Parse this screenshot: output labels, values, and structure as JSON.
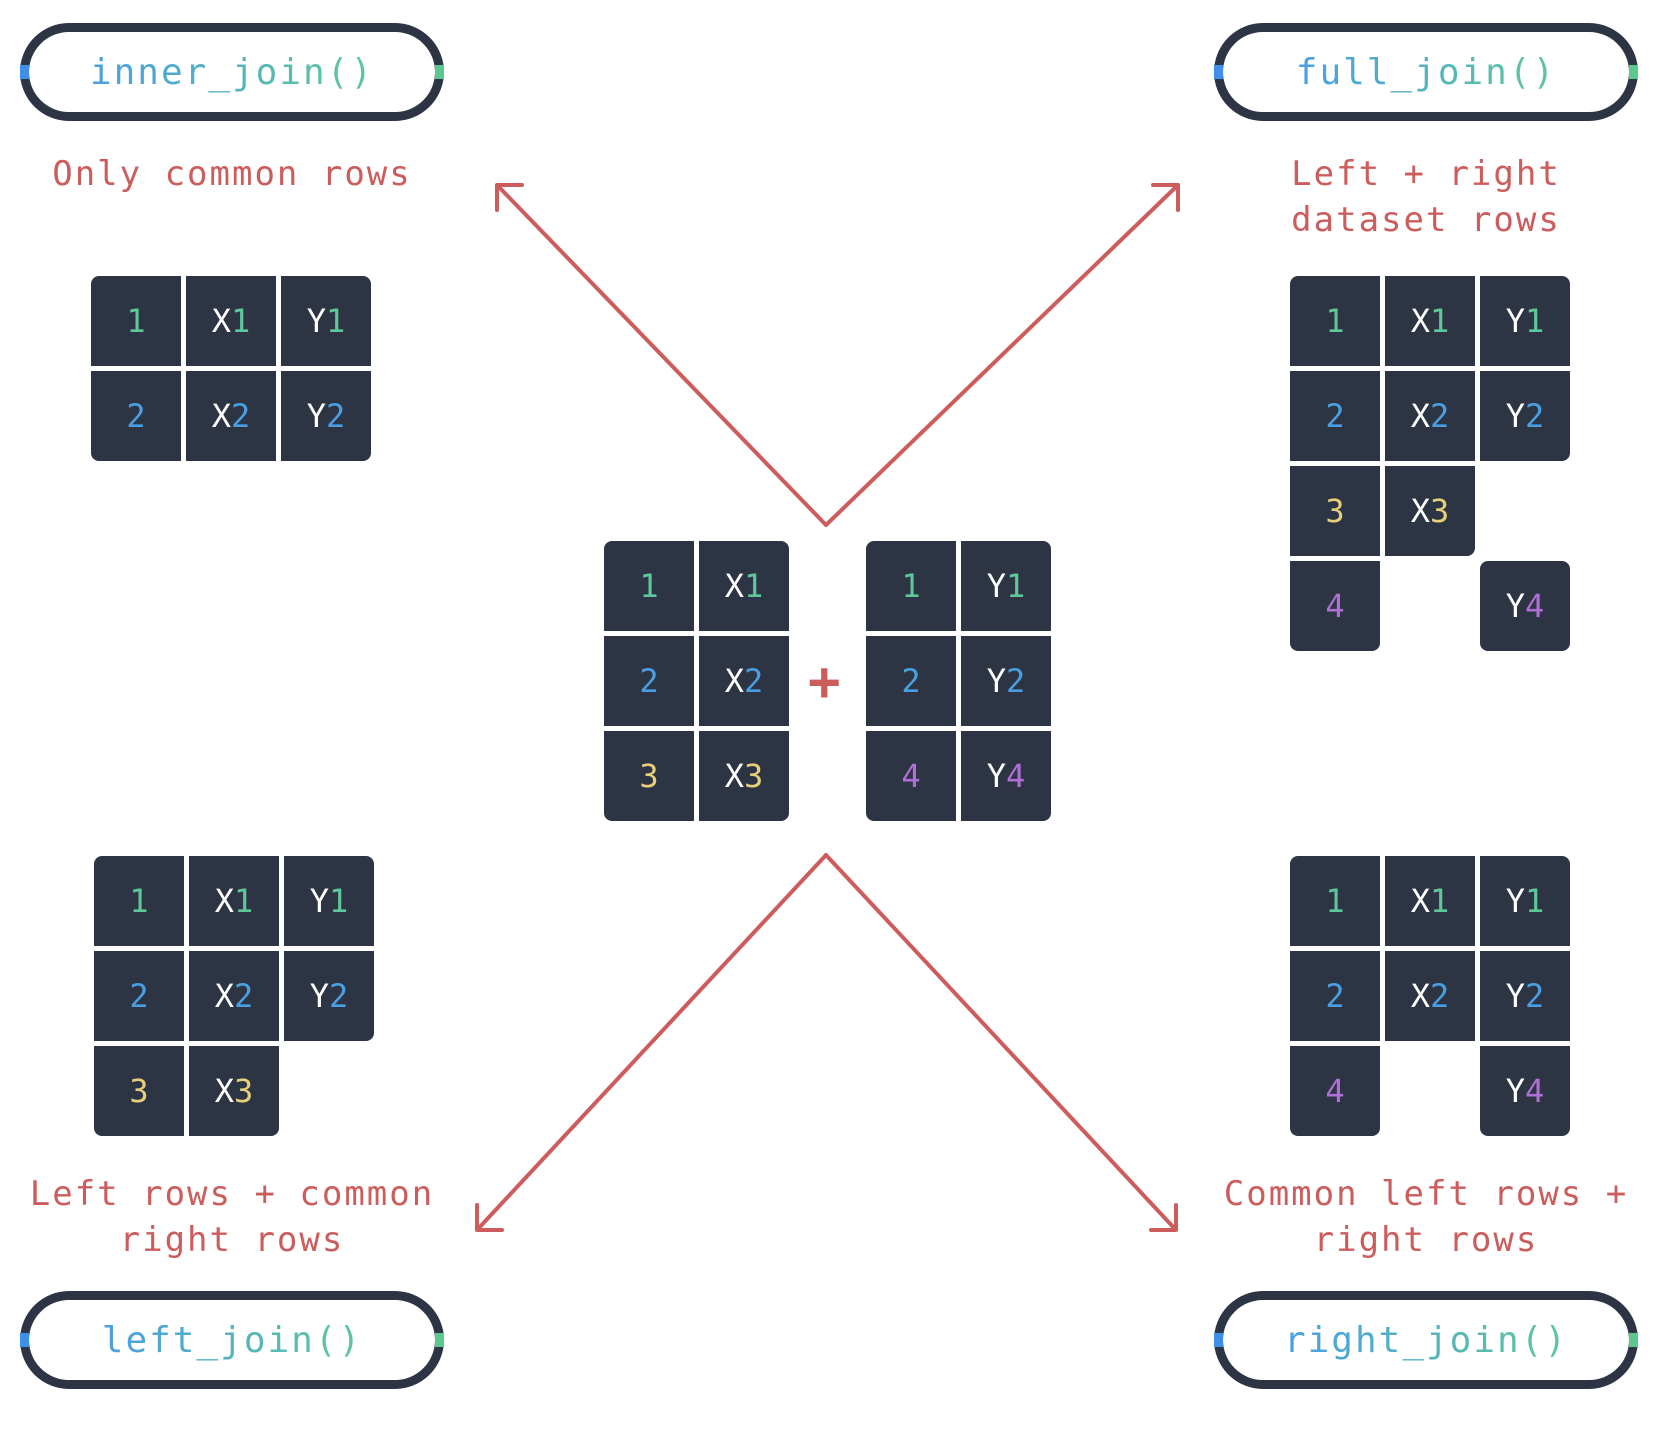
{
  "colors": {
    "cell_bg": "#2d3443",
    "arrow": "#cd5c5c",
    "caption": "#cd5c5c",
    "key": {
      "1": "#5ec89a",
      "2": "#4a9fe2",
      "3": "#e8d07a",
      "4": "#b06fd6"
    }
  },
  "joins": {
    "inner": {
      "label": "inner_join()",
      "caption": "Only common rows"
    },
    "full": {
      "label": "full_join()",
      "caption": "Left + right\ndataset rows"
    },
    "left": {
      "label": "left_join()",
      "caption": "Left rows + common\nright rows"
    },
    "right": {
      "label": "right_join()",
      "caption": "Common left rows +\nright rows"
    }
  },
  "plus_sign": "+",
  "tables": {
    "source_left": [
      [
        "1",
        "X",
        "1"
      ],
      [
        "2",
        "X",
        "2"
      ],
      [
        "3",
        "X",
        "3"
      ]
    ],
    "source_right": [
      [
        "1",
        "Y",
        "1"
      ],
      [
        "2",
        "Y",
        "2"
      ],
      [
        "4",
        "Y",
        "4"
      ]
    ],
    "inner": [
      [
        {
          "k": "1"
        },
        {
          "p": "X",
          "k": "1"
        },
        {
          "p": "Y",
          "k": "1"
        }
      ],
      [
        {
          "k": "2"
        },
        {
          "p": "X",
          "k": "2"
        },
        {
          "p": "Y",
          "k": "2"
        }
      ]
    ],
    "full": [
      [
        {
          "k": "1"
        },
        {
          "p": "X",
          "k": "1"
        },
        {
          "p": "Y",
          "k": "1"
        }
      ],
      [
        {
          "k": "2"
        },
        {
          "p": "X",
          "k": "2"
        },
        {
          "p": "Y",
          "k": "2"
        }
      ],
      [
        {
          "k": "3"
        },
        {
          "p": "X",
          "k": "3"
        },
        null
      ],
      [
        {
          "k": "4"
        },
        null,
        {
          "p": "Y",
          "k": "4"
        }
      ]
    ],
    "left": [
      [
        {
          "k": "1"
        },
        {
          "p": "X",
          "k": "1"
        },
        {
          "p": "Y",
          "k": "1"
        }
      ],
      [
        {
          "k": "2"
        },
        {
          "p": "X",
          "k": "2"
        },
        {
          "p": "Y",
          "k": "2"
        }
      ],
      [
        {
          "k": "3"
        },
        {
          "p": "X",
          "k": "3"
        },
        null
      ]
    ],
    "right": [
      [
        {
          "k": "1"
        },
        {
          "p": "X",
          "k": "1"
        },
        {
          "p": "Y",
          "k": "1"
        }
      ],
      [
        {
          "k": "2"
        },
        {
          "p": "X",
          "k": "2"
        },
        {
          "p": "Y",
          "k": "2"
        }
      ],
      [
        {
          "k": "4"
        },
        null,
        {
          "p": "Y",
          "k": "4"
        }
      ]
    ]
  }
}
